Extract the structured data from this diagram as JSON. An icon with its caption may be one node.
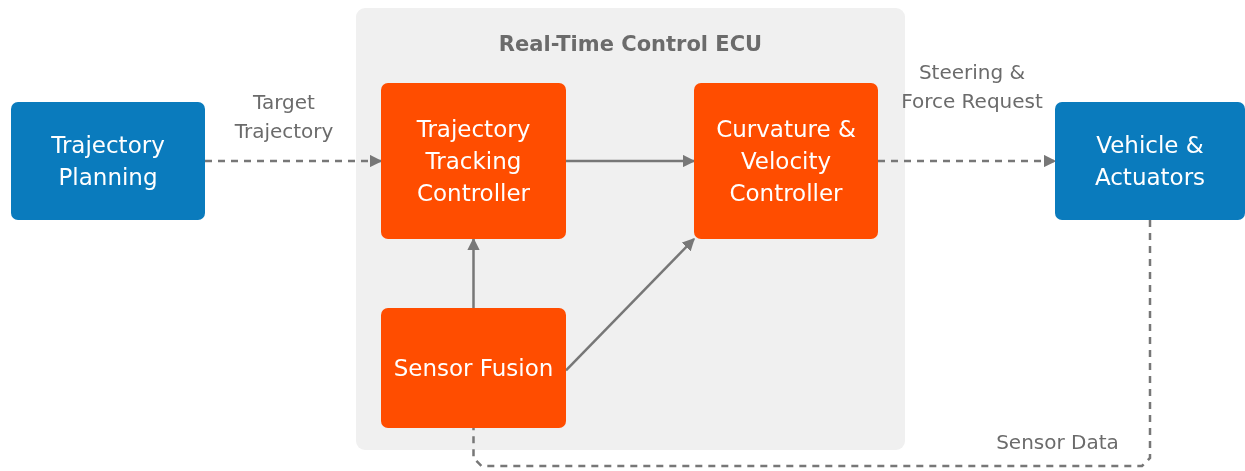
{
  "diagram": {
    "nodes": [
      {
        "text": [
          "Trajectory Planning"
        ]
      },
      {
        "text": [
          "Real-Time Control ECU"
        ]
      },
      {
        "text": [
          "Trajectory Tracking Controller"
        ],
        "in": 1
      },
      {
        "text": [
          "Curvature & Velocity Controller"
        ],
        "in": 1
      },
      {
        "text": [
          "Sensor Fusion"
        ],
        "in": 1
      },
      {
        "text": [
          "Vehicle & Actuators"
        ]
      }
    ],
    "edges": [
      {
        "from": 0,
        "to": 2,
        "arrow": "to",
        "label": "Target Trajectory",
        "style": "dashed"
      },
      {
        "from": 2,
        "to": 3,
        "arrow": "to"
      },
      {
        "from": 4,
        "to": 2,
        "arrow": "to"
      },
      {
        "from": 4,
        "to": 3,
        "arrow": "to"
      },
      {
        "from": 3,
        "to": 5,
        "arrow": "to",
        "label": "Steering & Force Request",
        "style": "dashed"
      },
      {
        "from": 5,
        "to": 4,
        "arrow": "none",
        "label": "Sensor Data",
        "style": "dashed"
      }
    ]
  }
}
